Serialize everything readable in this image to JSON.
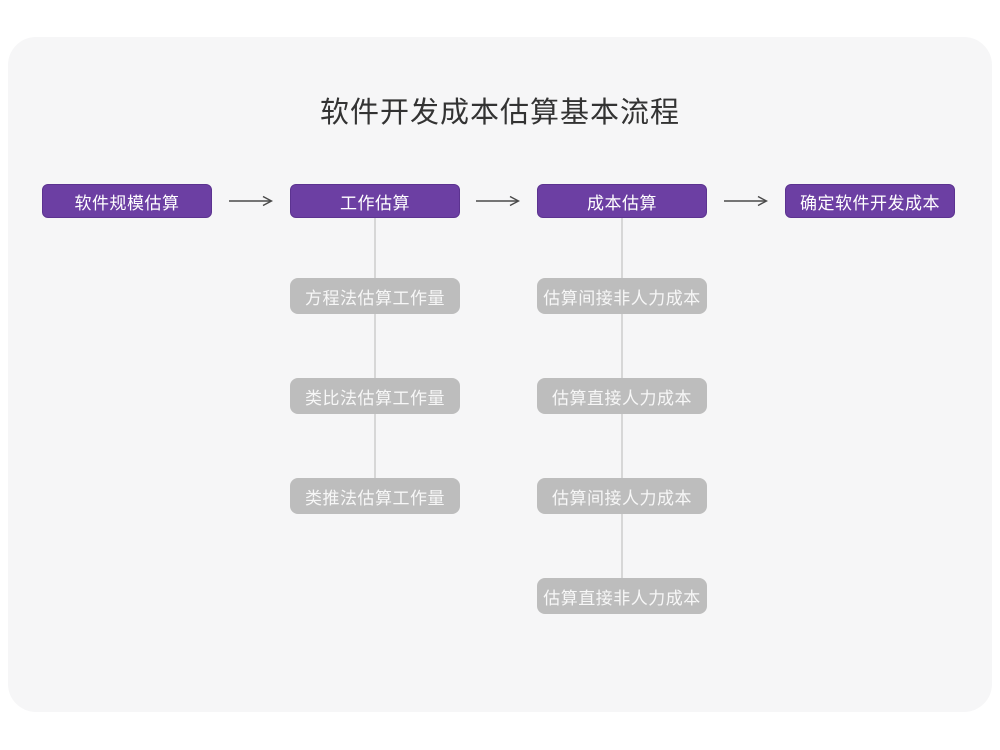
{
  "title": "软件开发成本估算基本流程",
  "colors": {
    "node_purple": "#6c3fa3",
    "node_purple_border": "#5c3390",
    "node_gray": "#bdbdbd",
    "node_text": "#ffffff",
    "card_background": "#f6f6f7",
    "page_background": "#ffffff",
    "connector_line": "#d7d7d7",
    "arrow": "#4a4a4a",
    "title_text": "#333333"
  },
  "flow": {
    "main_steps": [
      {
        "label": "软件规模估算"
      },
      {
        "label": "工作估算"
      },
      {
        "label": "成本估算"
      },
      {
        "label": "确定软件开发成本"
      }
    ],
    "work_estimation_methods": [
      "方程法估算工作量",
      "类比法估算工作量",
      "类推法估算工作量"
    ],
    "cost_estimation_steps": [
      "估算间接非人力成本",
      "估算直接人力成本",
      "估算间接人力成本",
      "估算直接非人力成本"
    ]
  }
}
